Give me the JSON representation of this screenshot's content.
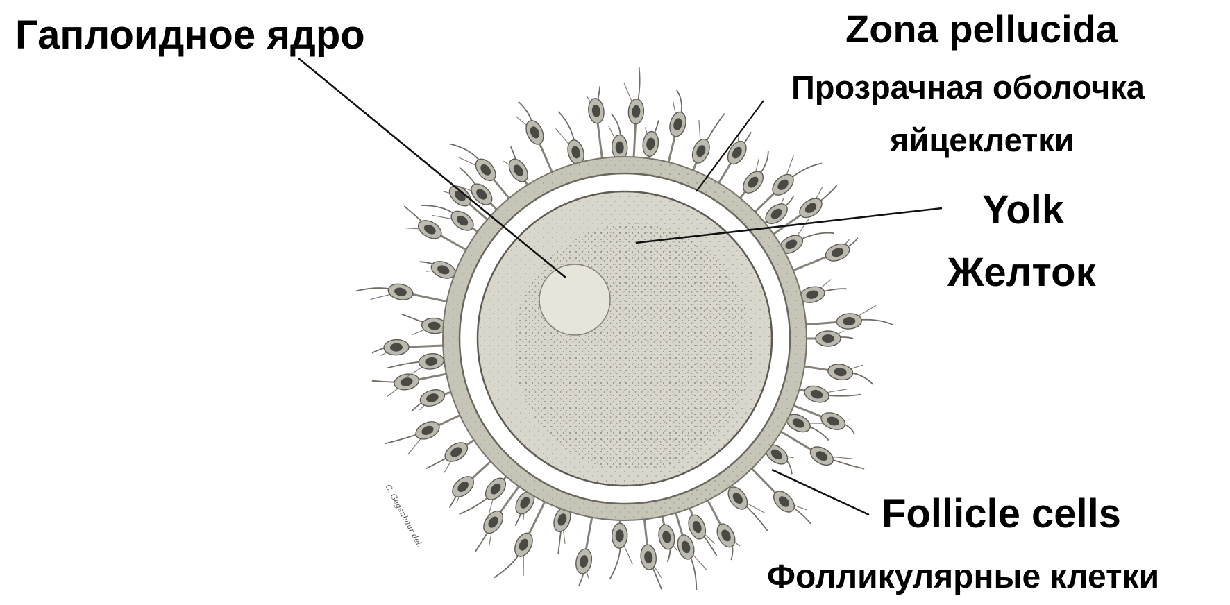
{
  "labels": {
    "nucleus": "Гаплоидное ядро",
    "zona_pellucida_en": "Zona pellucida",
    "zona_pellucida_ru_line1": "Прозрачная оболочка",
    "zona_pellucida_ru_line2": "яйцеклетки",
    "yolk_en": "Yolk",
    "yolk_ru": "Желток",
    "follicle_en": "Follicle cells",
    "follicle_ru": "Фолликулярные клетки"
  },
  "illustration": {
    "follicle_cell_count": 54,
    "signature": "C. Gegenbaur del."
  },
  "colors": {
    "text": "#000000",
    "leader_lines": "#111111",
    "yolk": "#d6d3c8",
    "zona": "#ffffff",
    "corona": "#c2bfb2",
    "cell_body": "#bdbab0",
    "cell_nucleus": "#4a4a44"
  }
}
